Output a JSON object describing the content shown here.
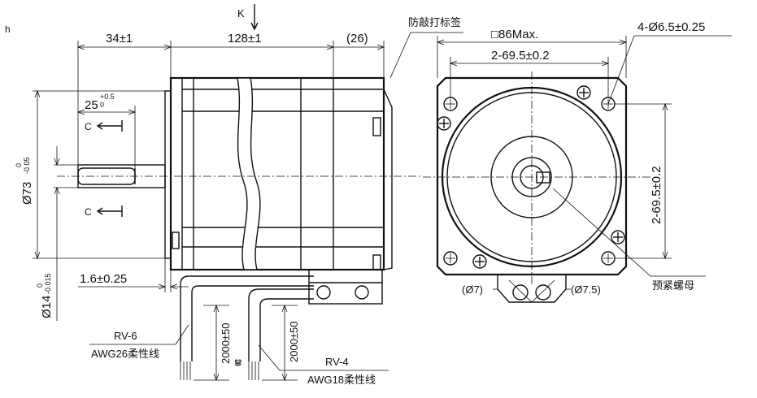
{
  "labels": {
    "view_letter": "K",
    "corner_letter": "h",
    "section_mark": "C",
    "label_anti_tamper": "防敲打标签",
    "label_lock_nut": "预紧螺母"
  },
  "dimensions": {
    "shaft_length": "34±1",
    "body_length": "128±1",
    "rear_cap": "(26)",
    "shaft_key": "25",
    "shaft_key_tol_upper": "+0.5",
    "shaft_key_tol_lower": "0",
    "pilot_diameter": "Ø73",
    "pilot_tol_upper": "0",
    "pilot_tol_lower": "-0.05",
    "shaft_diameter": "Ø14",
    "shaft_tol_upper": "0",
    "shaft_tol_lower": "-0.015",
    "flange_thickness": "1.6±0.25",
    "cable_length_a": "2000±50",
    "cable_length_b": "2000±50",
    "square_size": "□86Max.",
    "hole_spacing_h": "2-69.5±0.2",
    "hole_spacing_v": "2-69.5±0.2",
    "mount_holes": "4-Ø6.5±0.25",
    "gland_a": "(Ø7)",
    "gland_b": "(Ø7.5)"
  },
  "cables": {
    "cable_a_type": "RV-6",
    "cable_a_spec": "AWG26柔性线",
    "cable_b_type": "RV-4",
    "cable_b_spec": "AWG18柔性线"
  }
}
